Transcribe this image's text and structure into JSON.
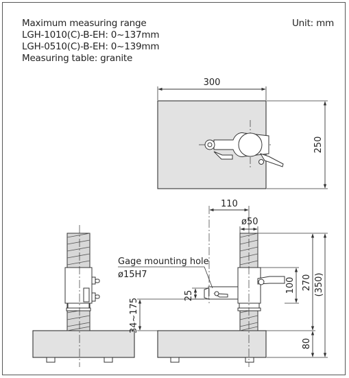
{
  "specs": {
    "title": "Maximum measuring range",
    "line1": "LGH-1010(C)-B-EH: 0~137mm",
    "line2": "LGH-0510(C)-B-EH: 0~139mm",
    "line3": "Measuring table: granite",
    "unit": "Unit: mm"
  },
  "top_view": {
    "width_label": "300",
    "depth_label": "250"
  },
  "side_view": {
    "offset_label": "110",
    "column_dia_label": "ø50",
    "gage_hole_label": "Gage mounting hole",
    "gage_hole_size": "ø15H7",
    "holder_thickness": "25",
    "holder_height": "100",
    "column_height": "270",
    "overall_height": "(350)",
    "range_label": "34~175",
    "base_height": "80"
  },
  "colors": {
    "base": "#e2e2e2",
    "stroke": "#333333",
    "thread": "#d8d8d8"
  }
}
